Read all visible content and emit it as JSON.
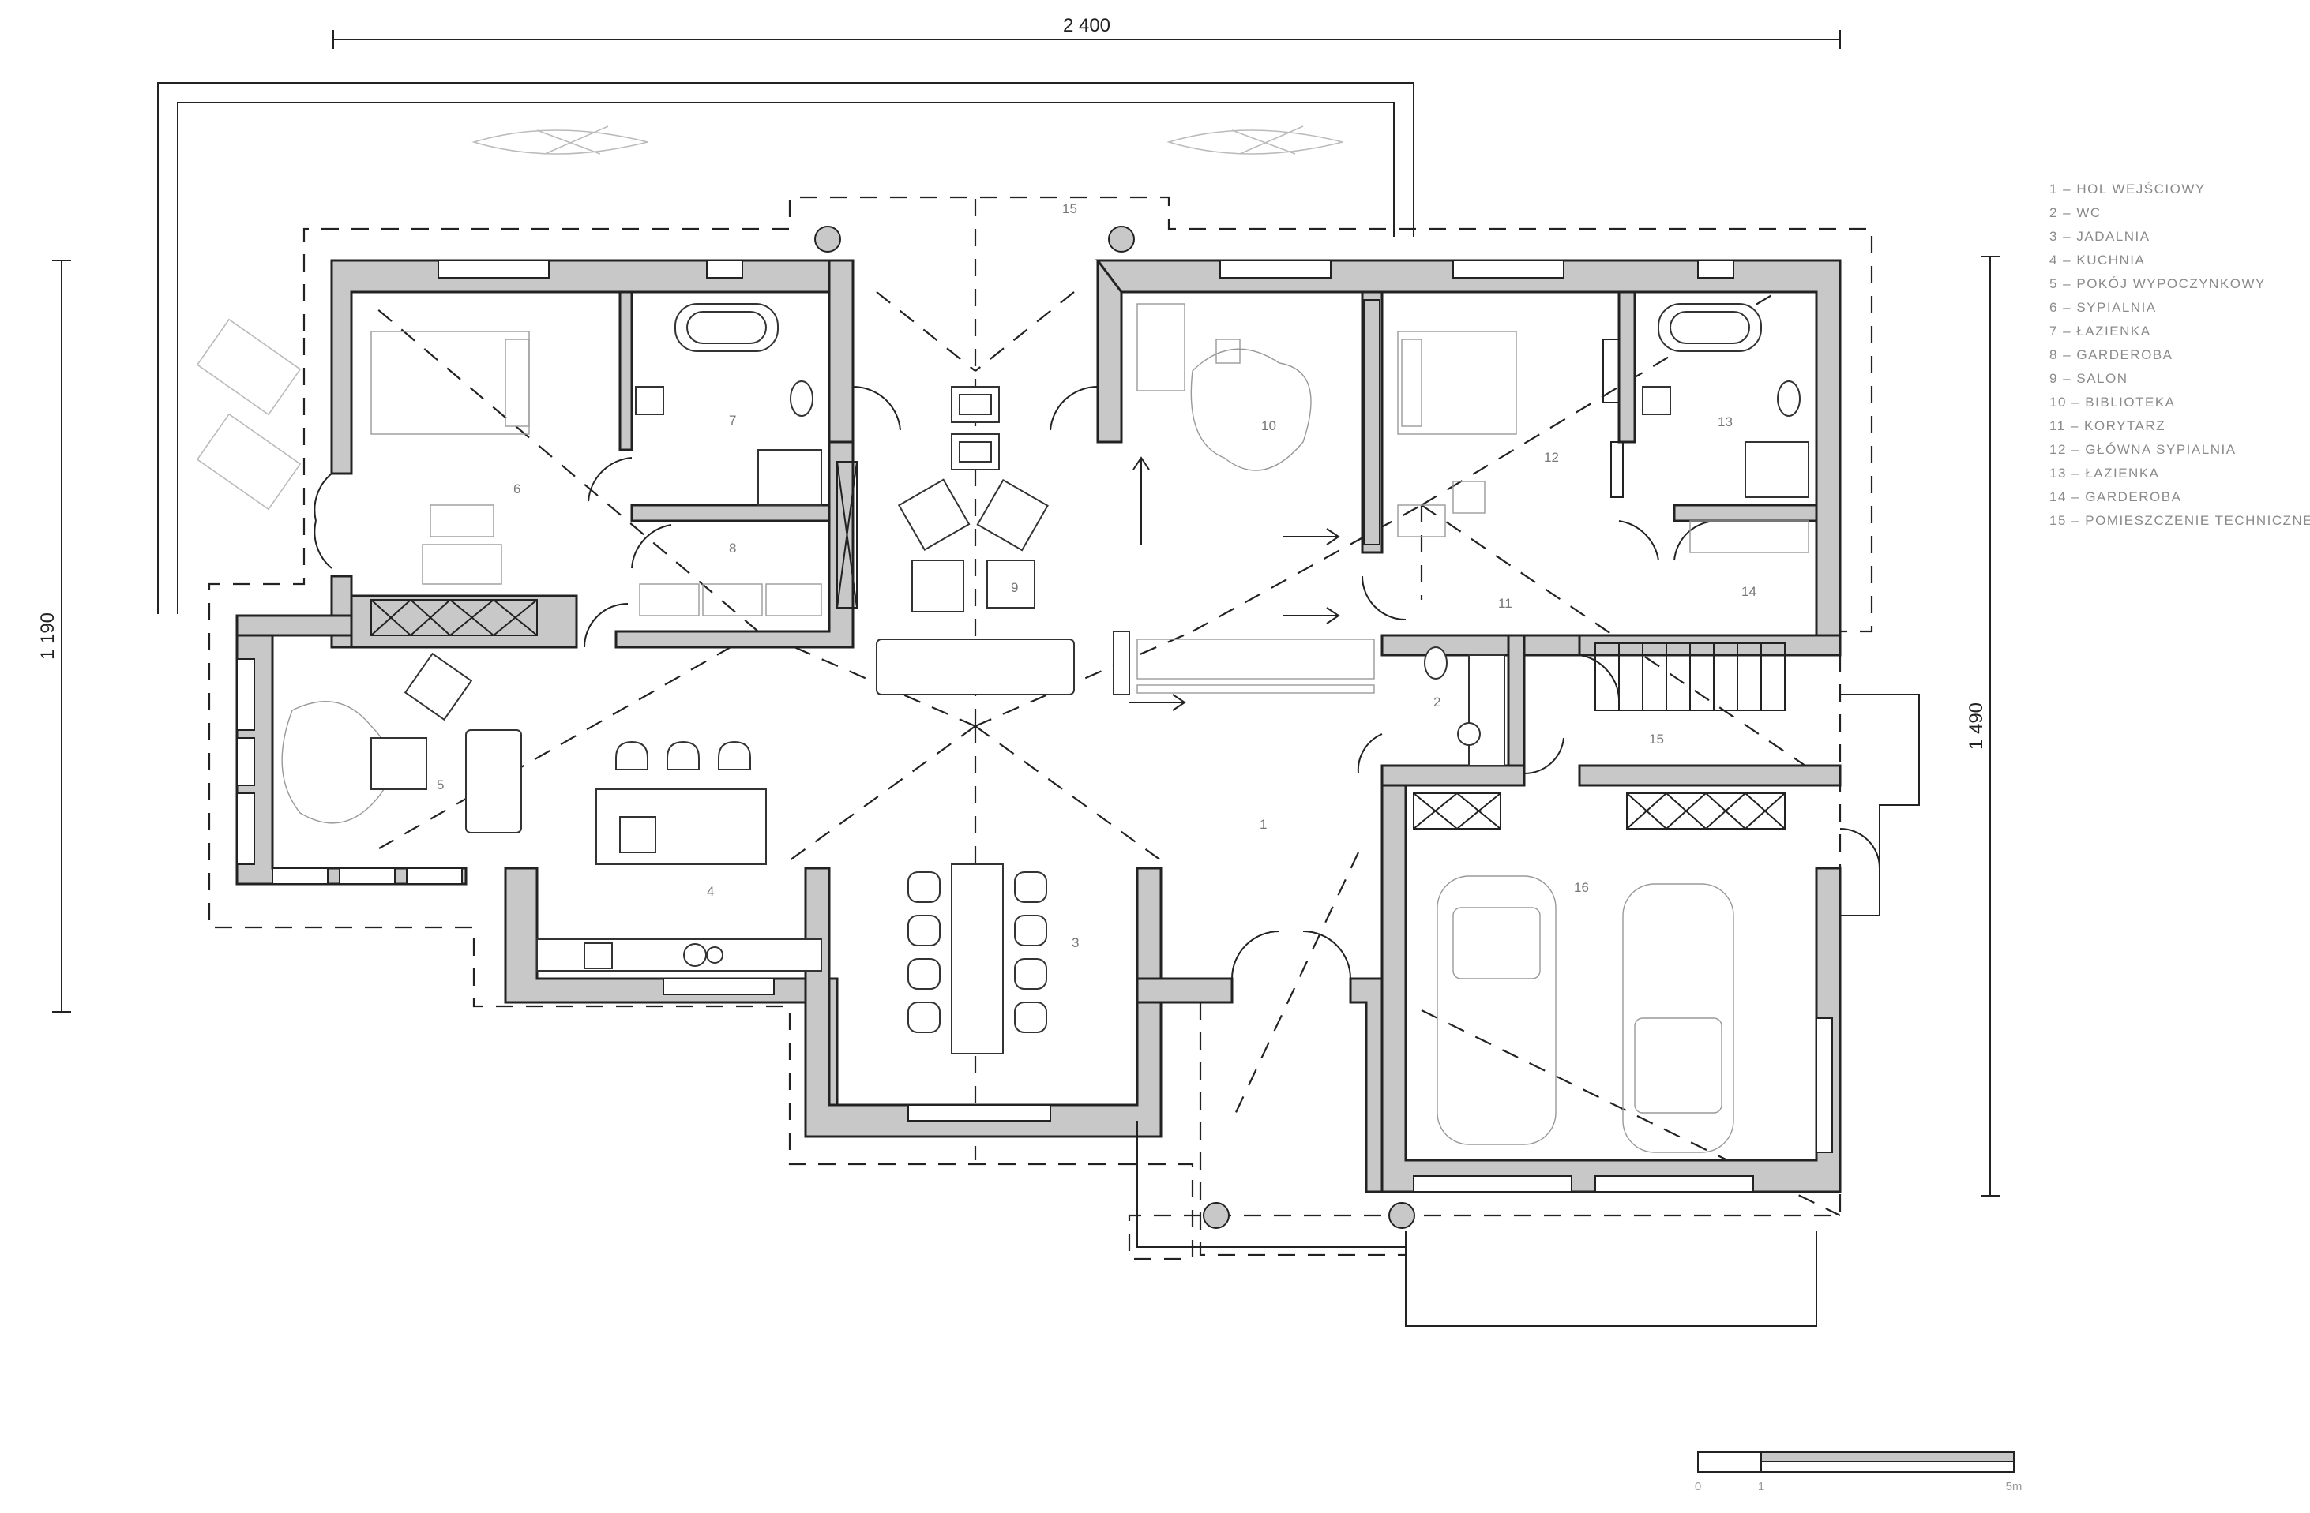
{
  "dimensions": {
    "top": "2 400",
    "left": "1 190",
    "right": "1 490"
  },
  "rooms": [
    {
      "num": "1"
    },
    {
      "num": "2"
    },
    {
      "num": "3"
    },
    {
      "num": "4"
    },
    {
      "num": "5"
    },
    {
      "num": "6"
    },
    {
      "num": "7"
    },
    {
      "num": "8"
    },
    {
      "num": "9"
    },
    {
      "num": "10"
    },
    {
      "num": "11"
    },
    {
      "num": "12"
    },
    {
      "num": "13"
    },
    {
      "num": "14"
    },
    {
      "num": "15"
    },
    {
      "num": "15"
    },
    {
      "num": "16"
    }
  ],
  "legend": [
    "1 – HOL WEJŚCIOWY",
    "2 – WC",
    "3 – JADALNIA",
    "4 – KUCHNIA",
    "5 – POKÓJ WYPOCZYNKOWY",
    "6 – SYPIALNIA",
    "7 – ŁAZIENKA",
    "8 – GARDEROBA",
    "9 – SALON",
    "10 – BIBLIOTEKA",
    "11 – KORYTARZ",
    "12 – GŁÓWNA SYPIALNIA",
    "13 – ŁAZIENKA",
    "14 – GARDEROBA",
    "15 – POMIESZCZENIE TECHNICZNE"
  ],
  "scale": {
    "labels": [
      "0",
      "1",
      "5m"
    ]
  },
  "colors": {
    "wall_fill": "#c8c8c8",
    "line": "#222222",
    "legend_text": "#8a8a8a"
  }
}
